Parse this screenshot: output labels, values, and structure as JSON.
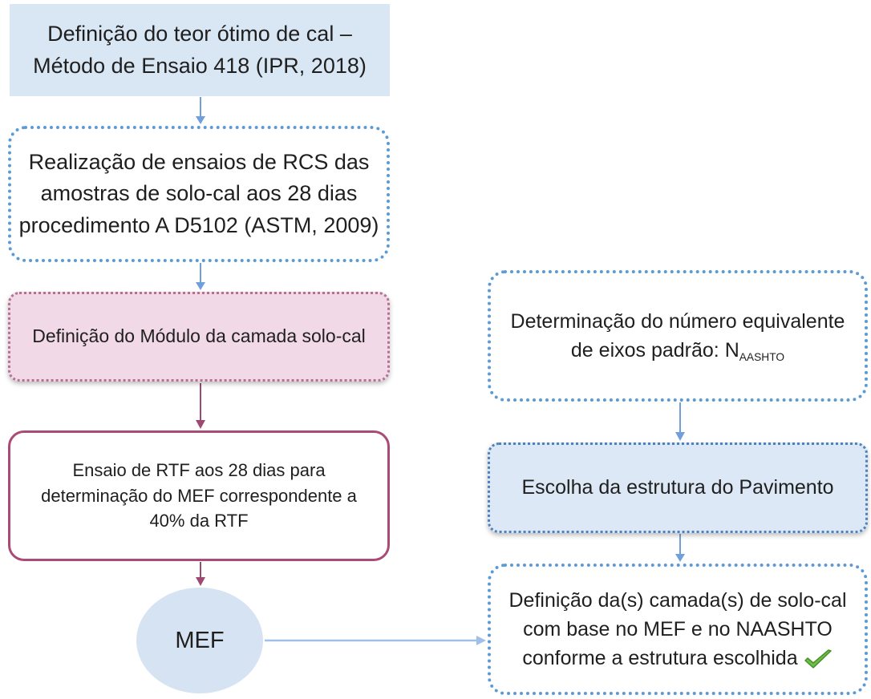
{
  "nodes": {
    "optimal_lime": {
      "line1": "Definição  do teor ótimo de cal –",
      "line2": "Método de Ensaio  418 (IPR, 2018)"
    },
    "ucs_tests": {
      "line1": "Realização  de ensaios  de RCS das",
      "line2": "amostras de solo-cal aos 28 dias",
      "line3": "procedimento A D5102 (ASTM, 2009)"
    },
    "modulus": {
      "line1": "Definição do Módulo da camada solo-cal"
    },
    "rtf_test": {
      "line1": "Ensaio de RTF aos 28 dias para",
      "line2": "determinação do MEF correspondente a",
      "line3": "40% da RTF"
    },
    "mef": {
      "label": "MEF"
    },
    "n_aashto": {
      "line1": "Determinação  do  número equivalente",
      "line2_text": "de eixos padrão: N",
      "line2_sub": "AASHTO"
    },
    "pavement": {
      "line1": "Escolha da estrutura do Pavimento"
    },
    "layers": {
      "line1": "Definição  da(s)  camada(s)  de solo-cal",
      "line2": "com base no MEF e no NAASHTO",
      "line3": "conforme a estrutura escolhida"
    }
  },
  "icons": {
    "checkmark": "check-icon"
  },
  "colors": {
    "blue_fill": "#d9e6f4",
    "blue_border": "#5b9bd5",
    "pink_fill": "#f1d9e8",
    "pink_border": "#a94b76",
    "blue_arrow": "#6fa0dc",
    "pink_arrow": "#9c4a72",
    "check_green": "#6abf45"
  }
}
